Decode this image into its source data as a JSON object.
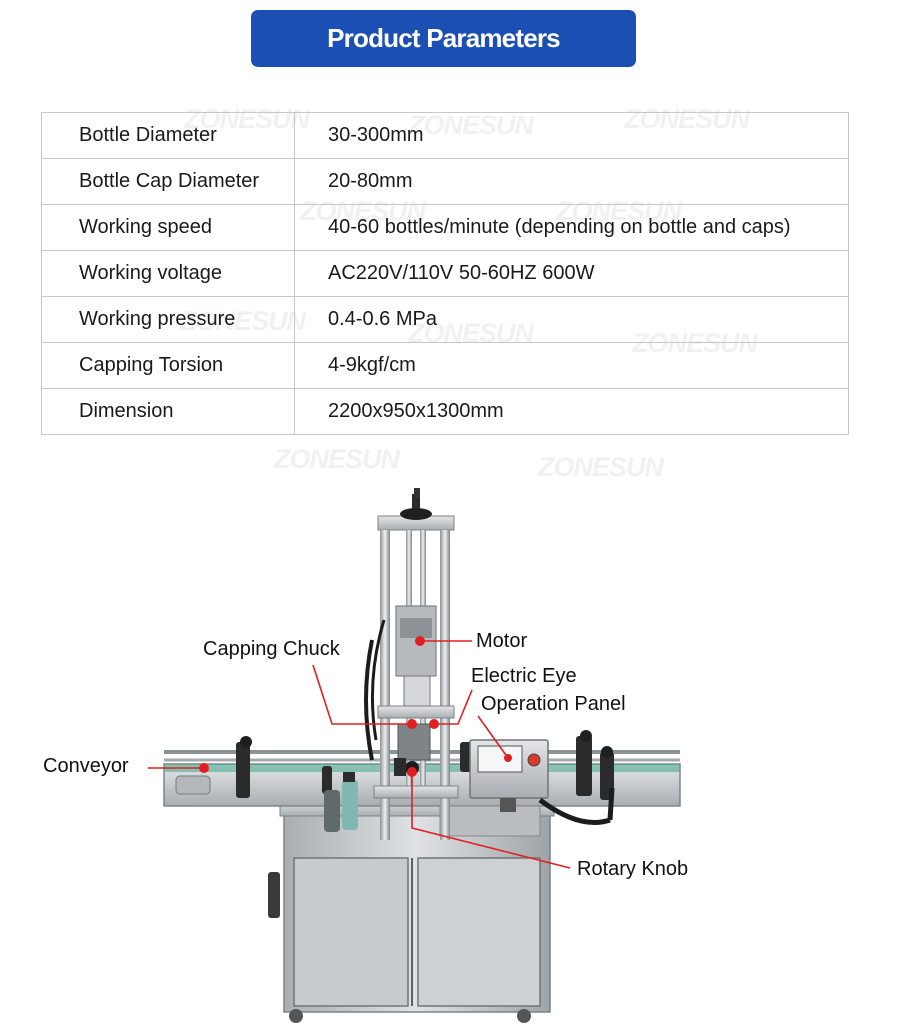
{
  "header": {
    "title": "Product Parameters"
  },
  "watermark": "ZONESUN",
  "parameters": [
    {
      "label": "Bottle Diameter",
      "value": "30-300mm"
    },
    {
      "label": "Bottle Cap Diameter",
      "value": "20-80mm"
    },
    {
      "label": "Working speed",
      "value": "40-60 bottles/minute (depending on bottle and caps)"
    },
    {
      "label": "Working voltage",
      "value": "AC220V/110V 50-60HZ 600W"
    },
    {
      "label": "Working pressure",
      "value": "0.4-0.6 MPa"
    },
    {
      "label": "Capping Torsion",
      "value": "4-9kgf/cm"
    },
    {
      "label": "Dimension",
      "value": "2200x950x1300mm"
    }
  ],
  "callouts": {
    "capping_chuck": "Capping Chuck",
    "motor": "Motor",
    "electric_eye": "Electric Eye",
    "operation_panel": "Operation Panel",
    "conveyor": "Conveyor",
    "rotary_knob": "Rotary Knob"
  },
  "colors": {
    "banner": "#1b4fb4",
    "leader_line": "#e02020",
    "steel": "#c9cdd0"
  }
}
